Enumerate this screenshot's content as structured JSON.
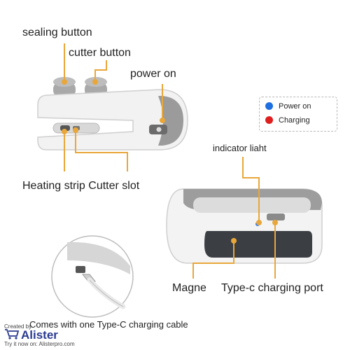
{
  "labels": {
    "sealing_button": "sealing button",
    "cutter_button": "cutter button",
    "power_on": "power on",
    "heating_strip_cutter_slot": "Heating strip Cutter slot",
    "indicator_light": "indicator liaht",
    "magne": "Magne",
    "type_c_port": "Type-c charging port",
    "cable_caption": "Comes with one Type-C charging cable"
  },
  "legend": {
    "items": [
      {
        "label": "Power on",
        "color": "#1e6fe0"
      },
      {
        "label": "Charging",
        "color": "#e01e1e"
      }
    ]
  },
  "watermark": {
    "created_by": "Created by",
    "brand": "Alister",
    "try_text": "Try it now on: Alisterpro.com"
  },
  "colors": {
    "leader": "#e9a73a",
    "device_body": "#f4f4f4",
    "device_gray": "#9a9a9a",
    "panel_dark": "#3a3d42"
  }
}
